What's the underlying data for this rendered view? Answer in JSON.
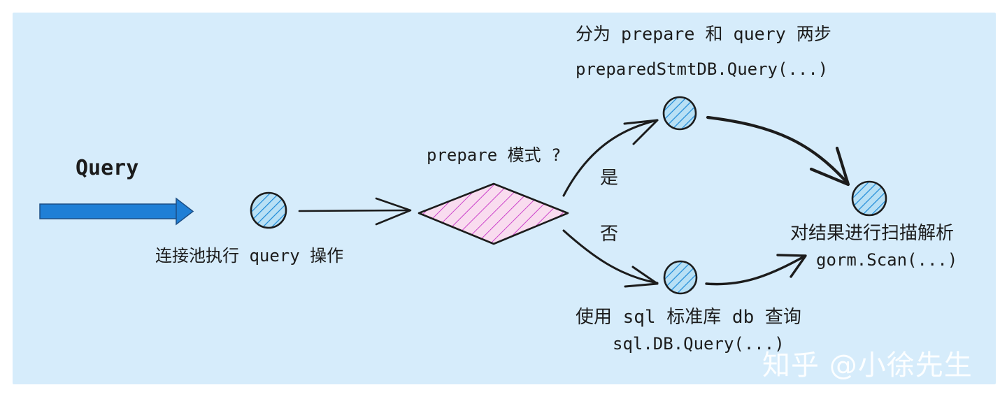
{
  "diagram": {
    "query_label": "Query",
    "pool_label": "连接池执行 query 操作",
    "decision_label": "prepare 模式 ?",
    "yes_label": "是",
    "no_label": "否",
    "prepare_branch": {
      "line1": "分为 prepare 和 query 两步",
      "line2": "preparedStmtDB.Query(...)"
    },
    "std_branch": {
      "line1": "使用 sql 标准库 db 查询",
      "line2": "sql.DB.Query(...)"
    },
    "result": {
      "line1": "对结果进行扫描解析",
      "line2": "gorm.Scan(...)"
    },
    "watermark": "知乎 @小徐先生",
    "colors": {
      "panel": "#d6ecfb",
      "arrow_blue": "#1f7fd6",
      "node_fill": "#a8d8f0",
      "node_hatch": "#1c8ad8",
      "decision_hatch": "#c21fc2",
      "stroke": "#1c1c1c"
    }
  }
}
